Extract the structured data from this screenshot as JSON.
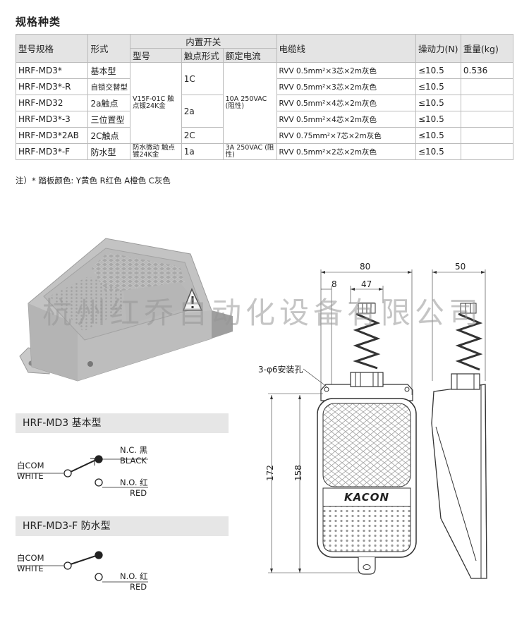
{
  "section_title": "规格种类",
  "table": {
    "h_model": "型号规格",
    "h_form": "形式",
    "h_switch": "内置开关",
    "h_sw_model": "型号",
    "h_contact": "触点形式",
    "h_current": "额定电流",
    "h_cable": "电缆线",
    "h_force": "操动力(N)",
    "h_weight": "重量(kg)",
    "rows": [
      {
        "model": "HRF-MD3*",
        "form": "基本型",
        "cable": "RVV 0.5mm²×3芯×2m灰色",
        "force": "≤10.5",
        "weight": "0.536"
      },
      {
        "model": "HRF-MD3*-R",
        "form": "自锁交替型",
        "cable": "RVV 0.5mm²×3芯×2m灰色",
        "force": "≤10.5",
        "weight": ""
      },
      {
        "model": "HRF-MD32",
        "form": "2a触点",
        "cable": "RVV 0.5mm²×4芯×2m灰色",
        "force": "≤10.5",
        "weight": ""
      },
      {
        "model": "HRF-MD3*-3",
        "form": "三位置型",
        "cable": "RVV 0.5mm²×4芯×2m灰色",
        "force": "≤10.5",
        "weight": ""
      },
      {
        "model": "HRF-MD3*2AB",
        "form": "2C触点",
        "cable": "RVV 0.75mm²×7芯×2m灰色",
        "force": "≤10.5",
        "weight": ""
      },
      {
        "model": "HRF-MD3*-F",
        "form": "防水型",
        "cable": "RVV 0.5mm²×2芯×2m灰色",
        "force": "≤10.5",
        "weight": ""
      }
    ],
    "sw_model_main": "V15F-01C 触点镀24K金",
    "sw_model_f": "防水微动 触点镀24K金",
    "contact_1c": "1C",
    "contact_2a": "2a",
    "contact_2c": "2C",
    "contact_1a": "1a",
    "current_main": "10A 250VAC (阻性)",
    "current_f": "3A 250VAC (阻性)"
  },
  "note": "注）* 踏板颜色: Y黄色  R红色  A橙色  C灰色",
  "watermark": "杭州红乔自动化设备有限公司",
  "wiring": {
    "basic_title": "HRF-MD3 基本型",
    "water_title": "HRF-MD3-F 防水型",
    "com_cn": "白COM",
    "com_en": "WHITE",
    "nc_cn": "N.C. 黑",
    "nc_en": "BLACK",
    "no_cn": "N.O. 红",
    "no_en": "RED"
  },
  "drawing": {
    "dim_width": "80",
    "dim_8": "8",
    "dim_47": "47",
    "dim_depth": "50",
    "dim_172": "172",
    "dim_158": "158",
    "hole_label": "3-φ6安装孔",
    "brand": "KACON"
  },
  "colors": {
    "header_bg": "#e4e4e4",
    "band_bg": "#e6e6e6",
    "body_gray": "#b8b8b8"
  }
}
